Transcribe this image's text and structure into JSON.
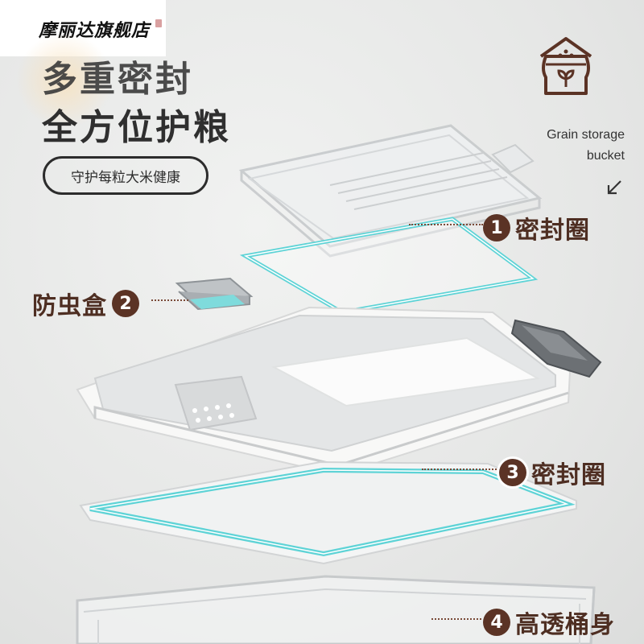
{
  "store": {
    "name": "摩丽达旗舰店"
  },
  "headline": {
    "line1": "多重密封",
    "line2": "全方位护粮"
  },
  "tagline": "守护每粒大米健康",
  "caption": {
    "line1": "Grain storage",
    "line2": "bucket"
  },
  "icons": {
    "granary": "granary-icon",
    "arrow": "arrow-down-left-icon"
  },
  "parts": [
    {
      "number": "1",
      "label": "密封圈"
    },
    {
      "number": "2",
      "label": "防虫盒"
    },
    {
      "number": "3",
      "label": "密封圈"
    },
    {
      "number": "4",
      "label": "高透桶身"
    }
  ],
  "colors": {
    "accent": "#5b3325",
    "seal_glow": "#5ed3d6",
    "text_dark": "#2f2f2f"
  }
}
